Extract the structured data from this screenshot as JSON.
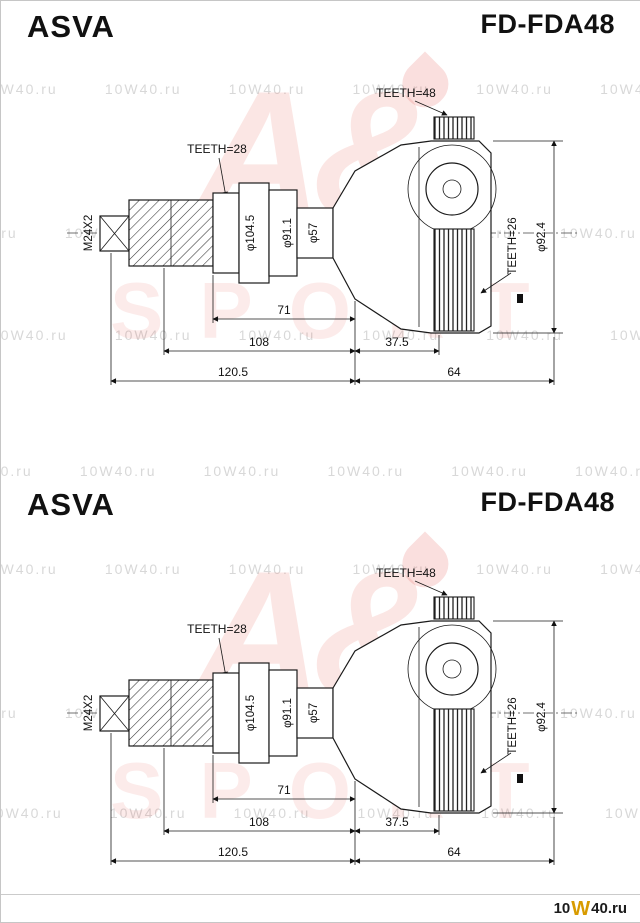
{
  "sections": [
    {
      "brand": "ASVA",
      "part_number": "FD-FDA48"
    },
    {
      "brand": "ASVA",
      "part_number": "FD-FDA48"
    }
  ],
  "drawing": {
    "thread_label": "M24X2",
    "teeth_28": "TEETH=28",
    "teeth_48": "TEETH=48",
    "teeth_26": "TEETH=26",
    "dia_104": "φ104.5",
    "dia_91": "φ91.1",
    "dia_57": "φ57",
    "dia_92": "φ92.4",
    "dim_71": "71",
    "dim_108": "108",
    "dim_37_5": "37.5",
    "dim_120_5": "120.5",
    "dim_64": "64"
  },
  "watermark": {
    "text": "10W40.ru",
    "row": "10W40.ru        10W40.ru        10W40.ru        10W40.ru        10W40.ru        10W40.ru",
    "logo_main": "A&",
    "logo_sub": "SPORT",
    "logo_color": "#de3a30"
  },
  "footer": {
    "site_prefix": "10",
    "site_w": "W",
    "site_suffix": "40.ru"
  }
}
